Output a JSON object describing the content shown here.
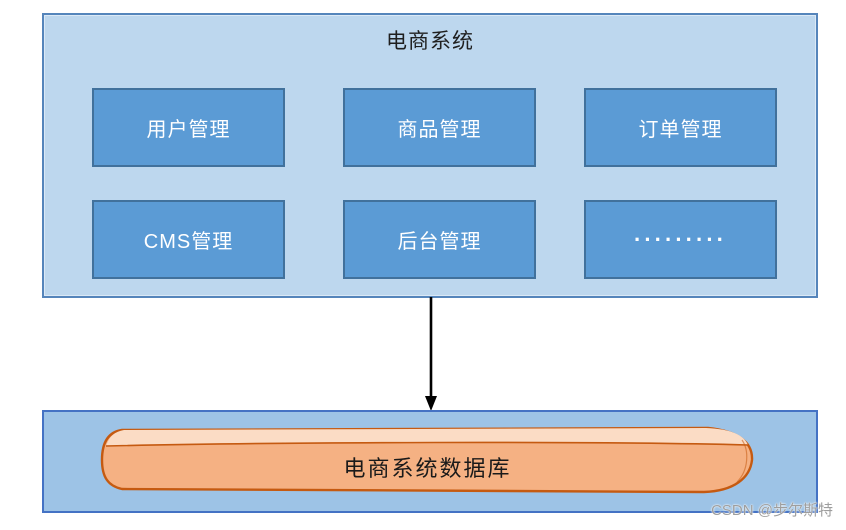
{
  "diagram": {
    "system": {
      "title": "电商系统",
      "modules": [
        {
          "label": "用户管理"
        },
        {
          "label": "商品管理"
        },
        {
          "label": "订单管理"
        },
        {
          "label": "CMS管理"
        },
        {
          "label": "后台管理"
        },
        {
          "label": "·········"
        }
      ]
    },
    "database": {
      "label": "电商系统数据库"
    },
    "watermark": "CSDN @步尔斯特",
    "colors": {
      "system_fill": "#BDD7EE",
      "system_border": "#5585BB",
      "module_fill": "#5B9BD5",
      "module_border": "#41719C",
      "module_text": "#FFFFFF",
      "db_panel_fill": "#9DC3E6",
      "db_panel_border": "#4472C4",
      "cylinder_fill": "#F5B183",
      "cylinder_highlight": "#FBDCC5",
      "cylinder_border": "#C55A11",
      "arrow": "#000000"
    }
  }
}
